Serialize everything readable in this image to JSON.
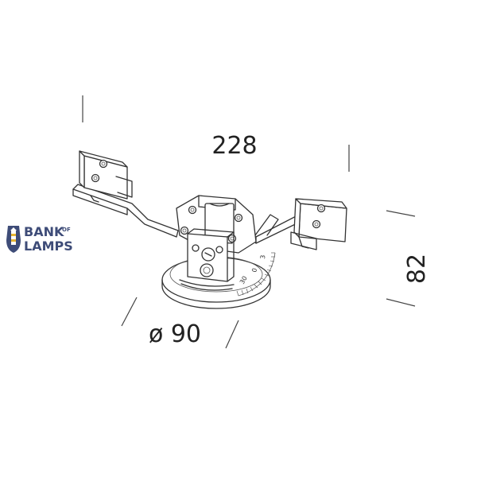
{
  "dimensions": {
    "width": "228",
    "height": "82",
    "diameter": "ø 90"
  },
  "scale": {
    "labels": [
      "30",
      "0",
      "3"
    ]
  },
  "logo": {
    "line1": "BANK",
    "of": "OF",
    "line2": "LAMPS",
    "color": "#3e4c78",
    "icon": "lighthouse-icon"
  }
}
